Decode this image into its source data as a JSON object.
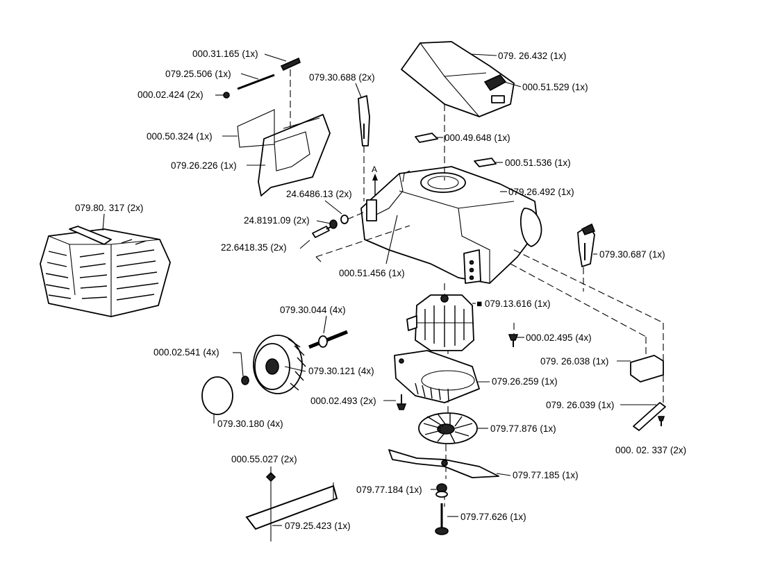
{
  "parts": [
    {
      "id": "p1",
      "number": "000.31.165",
      "qty": "(1x)"
    },
    {
      "id": "p2",
      "number": "079.25.506",
      "qty": "(1x)"
    },
    {
      "id": "p3",
      "number": "000.02.424",
      "qty": "(2x)"
    },
    {
      "id": "p4",
      "number": "079.30.688",
      "qty": "(2x)"
    },
    {
      "id": "p5",
      "number": "079. 26.432",
      "qty": "(1x)"
    },
    {
      "id": "p6",
      "number": "000.51.529",
      "qty": "(1x)"
    },
    {
      "id": "p7",
      "number": "000.50.324",
      "qty": "(1x)"
    },
    {
      "id": "p8",
      "number": "000.49.648",
      "qty": "(1x)"
    },
    {
      "id": "p9",
      "number": "079.26.226",
      "qty": "(1x)"
    },
    {
      "id": "p10",
      "number": "000.51.536",
      "qty": "(1x)"
    },
    {
      "id": "p11",
      "number": "24.6486.13",
      "qty": "(2x)"
    },
    {
      "id": "p12",
      "number": "079.26.492",
      "qty": "(1x)"
    },
    {
      "id": "p13",
      "number": "079.80. 317",
      "qty": "(2x)"
    },
    {
      "id": "p14",
      "number": "24.8191.09",
      "qty": "(2x)"
    },
    {
      "id": "p15",
      "number": "22.6418.35",
      "qty": "(2x)"
    },
    {
      "id": "p16",
      "number": "079.30.687",
      "qty": "(1x)"
    },
    {
      "id": "p17",
      "number": "000.51.456",
      "qty": "(1x)"
    },
    {
      "id": "p18",
      "number": "079.13.616",
      "qty": "(1x)"
    },
    {
      "id": "p19",
      "number": "079.30.044",
      "qty": "(4x)"
    },
    {
      "id": "p20",
      "number": "000.02.495",
      "qty": "(4x)"
    },
    {
      "id": "p21",
      "number": "000.02.541",
      "qty": "(4x)"
    },
    {
      "id": "p22",
      "number": "079.30.121",
      "qty": "(4x)"
    },
    {
      "id": "p23",
      "number": "079. 26.038",
      "qty": "(1x)"
    },
    {
      "id": "p24",
      "number": "079.26.259",
      "qty": "(1x)"
    },
    {
      "id": "p25",
      "number": "000.02.493",
      "qty": "(2x)"
    },
    {
      "id": "p26",
      "number": "079. 26.039",
      "qty": "(1x)"
    },
    {
      "id": "p27",
      "number": "079.30.180",
      "qty": "(4x)"
    },
    {
      "id": "p28",
      "number": "079.77.876",
      "qty": "(1x)"
    },
    {
      "id": "p29",
      "number": "000. 02. 337",
      "qty": "(2x)"
    },
    {
      "id": "p30",
      "number": "000.55.027",
      "qty": "(2x)"
    },
    {
      "id": "p31",
      "number": "079.77.185",
      "qty": "(1x)"
    },
    {
      "id": "p32",
      "number": "079.77.184",
      "qty": "(1x)"
    },
    {
      "id": "p33",
      "number": "079.77.626",
      "qty": "(1x)"
    },
    {
      "id": "p34",
      "number": "079.25.423",
      "qty": "(1x)"
    }
  ],
  "markers": {
    "arrow_label": "A"
  }
}
